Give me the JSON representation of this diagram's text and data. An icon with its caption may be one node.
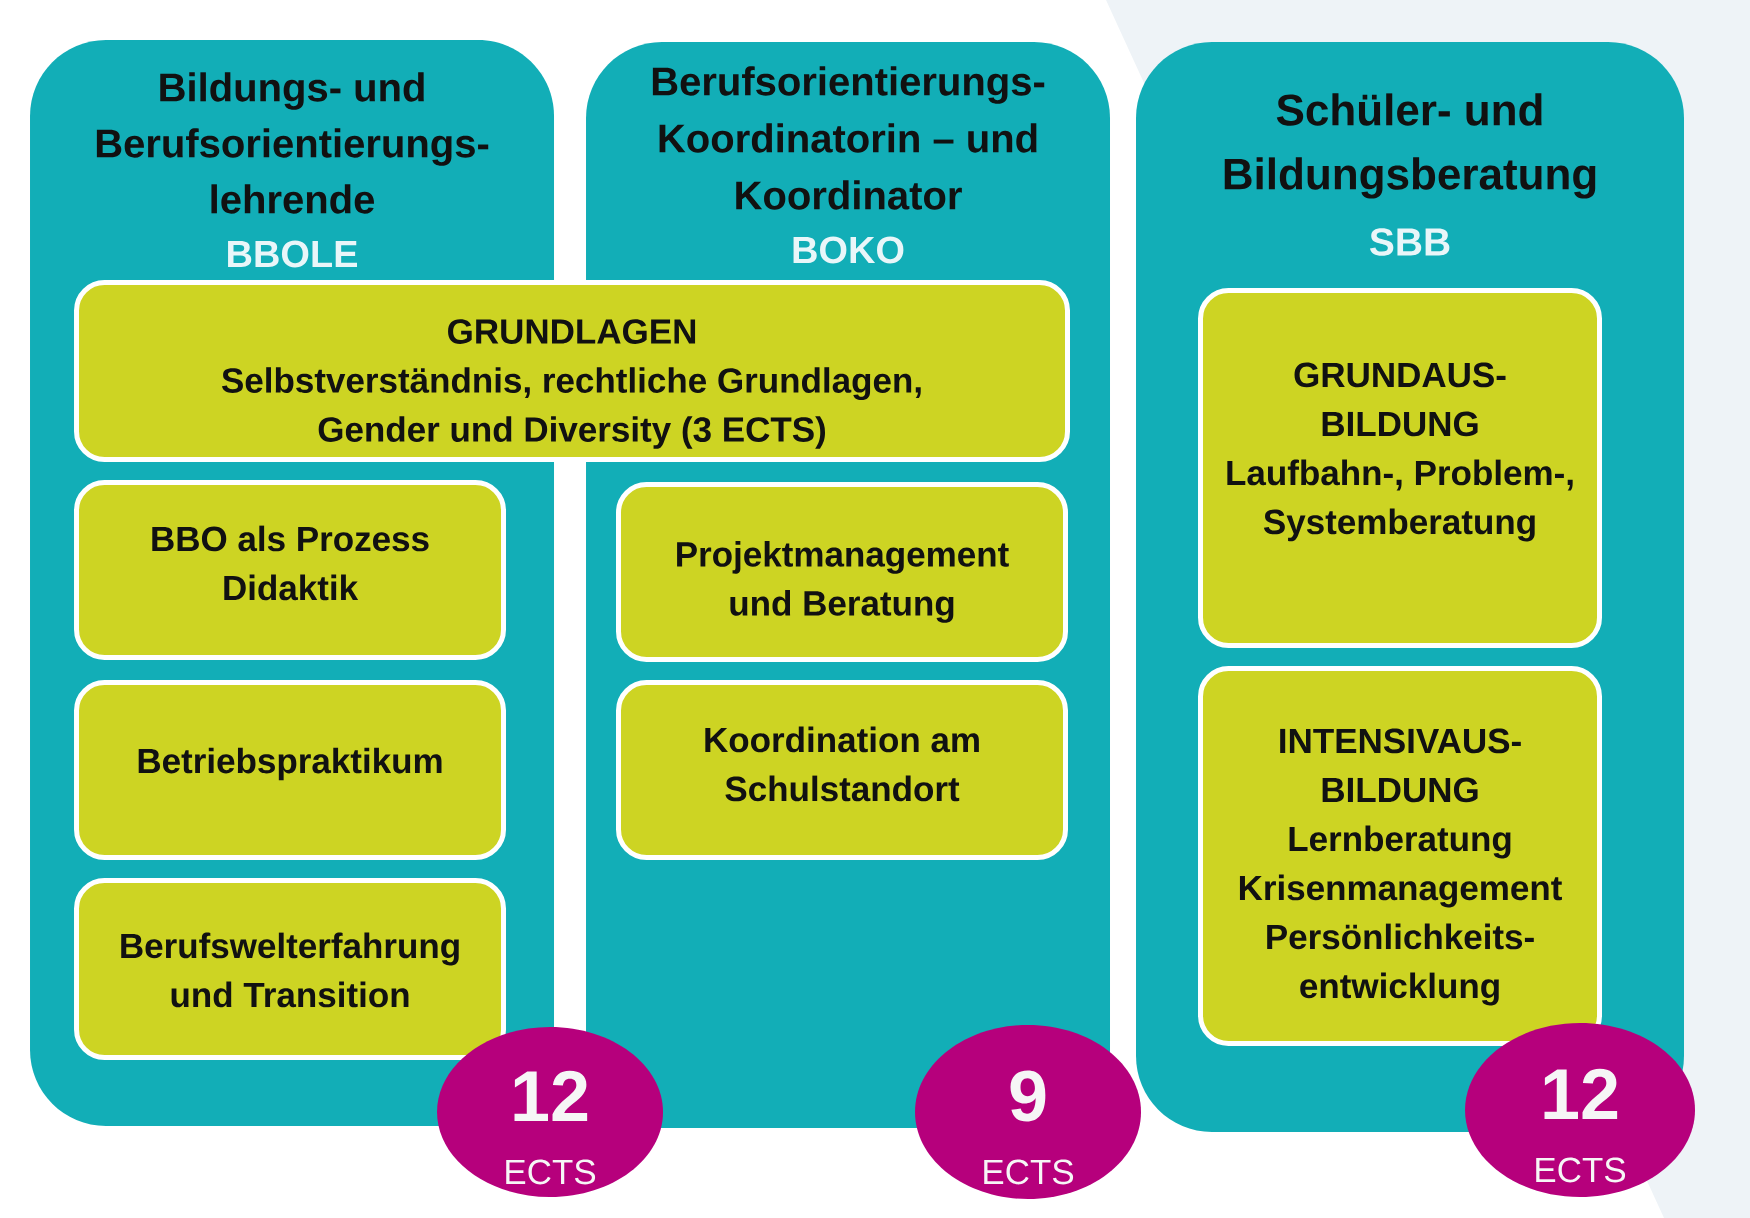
{
  "diagram": {
    "nodes": [
      {
        "text": [
          "Bildungs- und Berufsorientierungs- lehrende",
          "BBOLE"
        ]
      },
      {
        "text": [
          "Berufsorientierungs- Koordinatorin – und Koordinator",
          "BOKO"
        ]
      },
      {
        "text": [
          "Schüler- und Bildungsberatung",
          "SBB"
        ]
      },
      {
        "text": [
          "GRUNDLAGEN",
          "Selbstverständnis, rechtliche Grundlagen, Gender und Diversity (3 ECTS)"
        ]
      },
      {
        "text": [
          "BBO als Prozess Didaktik"
        ],
        "in": 0
      },
      {
        "text": [
          "Betriebspraktikum"
        ],
        "in": 0
      },
      {
        "text": [
          "Berufswelterfahrung und Transition"
        ],
        "in": 0
      },
      {
        "text": [
          "Projektmanagement und Beratung"
        ],
        "in": 1
      },
      {
        "text": [
          "Koordination am Schulstandort"
        ],
        "in": 1
      },
      {
        "text": [
          "GRUNDAUS- BILDUNG",
          "Laufbahn-, Problem-, Systemberatung"
        ],
        "in": 2
      },
      {
        "text": [
          "INTENSIVAUS- BILDUNG",
          "Lernberatung Krisenmanagement Persönlichkeits- entwicklung"
        ],
        "in": 2
      },
      {
        "text": [
          "12",
          "ECTS"
        ]
      },
      {
        "text": [
          "9",
          "ECTS"
        ]
      },
      {
        "text": [
          "12",
          "ECTS"
        ]
      }
    ]
  }
}
